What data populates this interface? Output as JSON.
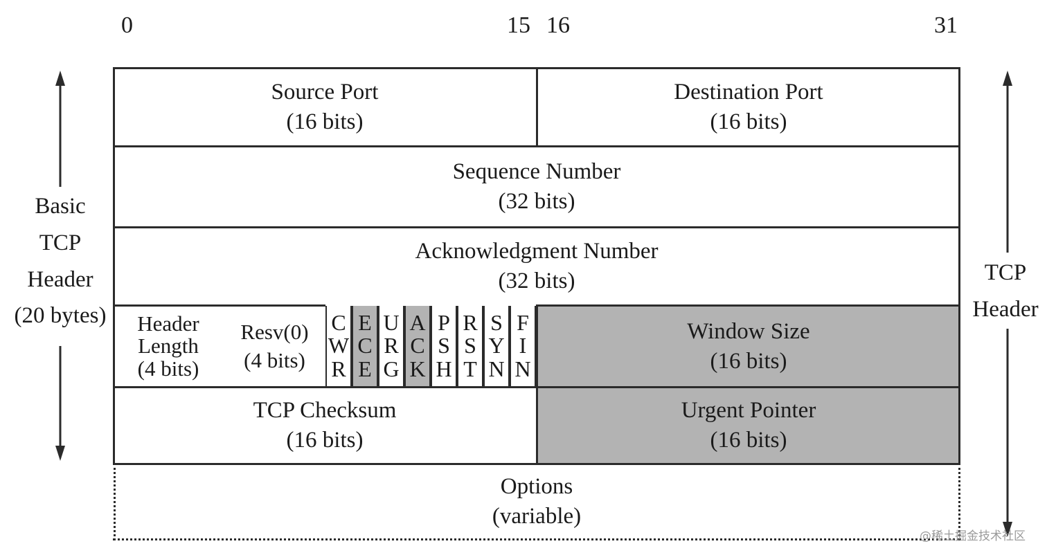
{
  "bit_labels": {
    "b0": "0",
    "b15": "15",
    "b16": "16",
    "b31": "31"
  },
  "left_label": [
    "Basic",
    "TCP",
    "Header",
    "(20 bytes)"
  ],
  "right_label": [
    "TCP",
    "Header"
  ],
  "fields": {
    "source_port": {
      "name": "Source Port",
      "size": "(16 bits)"
    },
    "destination_port": {
      "name": "Destination Port",
      "size": "(16 bits)"
    },
    "sequence_number": {
      "name": "Sequence Number",
      "size": "(32 bits)"
    },
    "acknowledgment_number": {
      "name": "Acknowledgment Number",
      "size": "(32 bits)"
    },
    "header_length": {
      "lines": [
        "Header",
        "Length",
        "(4 bits)"
      ]
    },
    "reserved": {
      "lines": [
        "Resv(0)",
        "(4 bits)"
      ]
    },
    "flags": [
      {
        "letters": [
          "C",
          "W",
          "R"
        ],
        "shaded": false
      },
      {
        "letters": [
          "E",
          "C",
          "E"
        ],
        "shaded": true
      },
      {
        "letters": [
          "U",
          "R",
          "G"
        ],
        "shaded": false
      },
      {
        "letters": [
          "A",
          "C",
          "K"
        ],
        "shaded": true
      },
      {
        "letters": [
          "P",
          "S",
          "H"
        ],
        "shaded": false
      },
      {
        "letters": [
          "R",
          "S",
          "T"
        ],
        "shaded": false
      },
      {
        "letters": [
          "S",
          "Y",
          "N"
        ],
        "shaded": false
      },
      {
        "letters": [
          "F",
          "I",
          "N"
        ],
        "shaded": false
      }
    ],
    "window_size": {
      "name": "Window Size",
      "size": "(16 bits)"
    },
    "tcp_checksum": {
      "name": "TCP Checksum",
      "size": "(16 bits)"
    },
    "urgent_pointer": {
      "name": "Urgent Pointer",
      "size": "(16 bits)"
    },
    "options": {
      "name": "Options",
      "size": "(variable)"
    }
  },
  "colors": {
    "shaded": "#b3b3b3",
    "line": "#2b2b2b"
  },
  "watermark": "@稀土掘金技术社区"
}
